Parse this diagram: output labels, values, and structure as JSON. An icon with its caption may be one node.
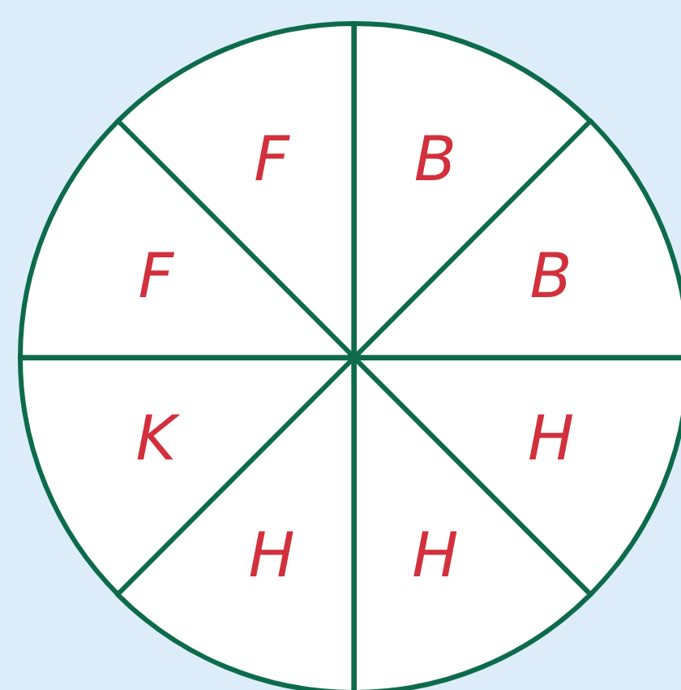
{
  "diagram": {
    "nodes": [
      {
        "text": [
          "F"
        ]
      },
      {
        "text": [
          "B"
        ]
      },
      {
        "text": [
          "F"
        ]
      },
      {
        "text": [
          "B"
        ]
      },
      {
        "text": [
          "K"
        ]
      },
      {
        "text": [
          "H"
        ]
      },
      {
        "text": [
          "H"
        ]
      },
      {
        "text": [
          "H"
        ]
      }
    ]
  }
}
